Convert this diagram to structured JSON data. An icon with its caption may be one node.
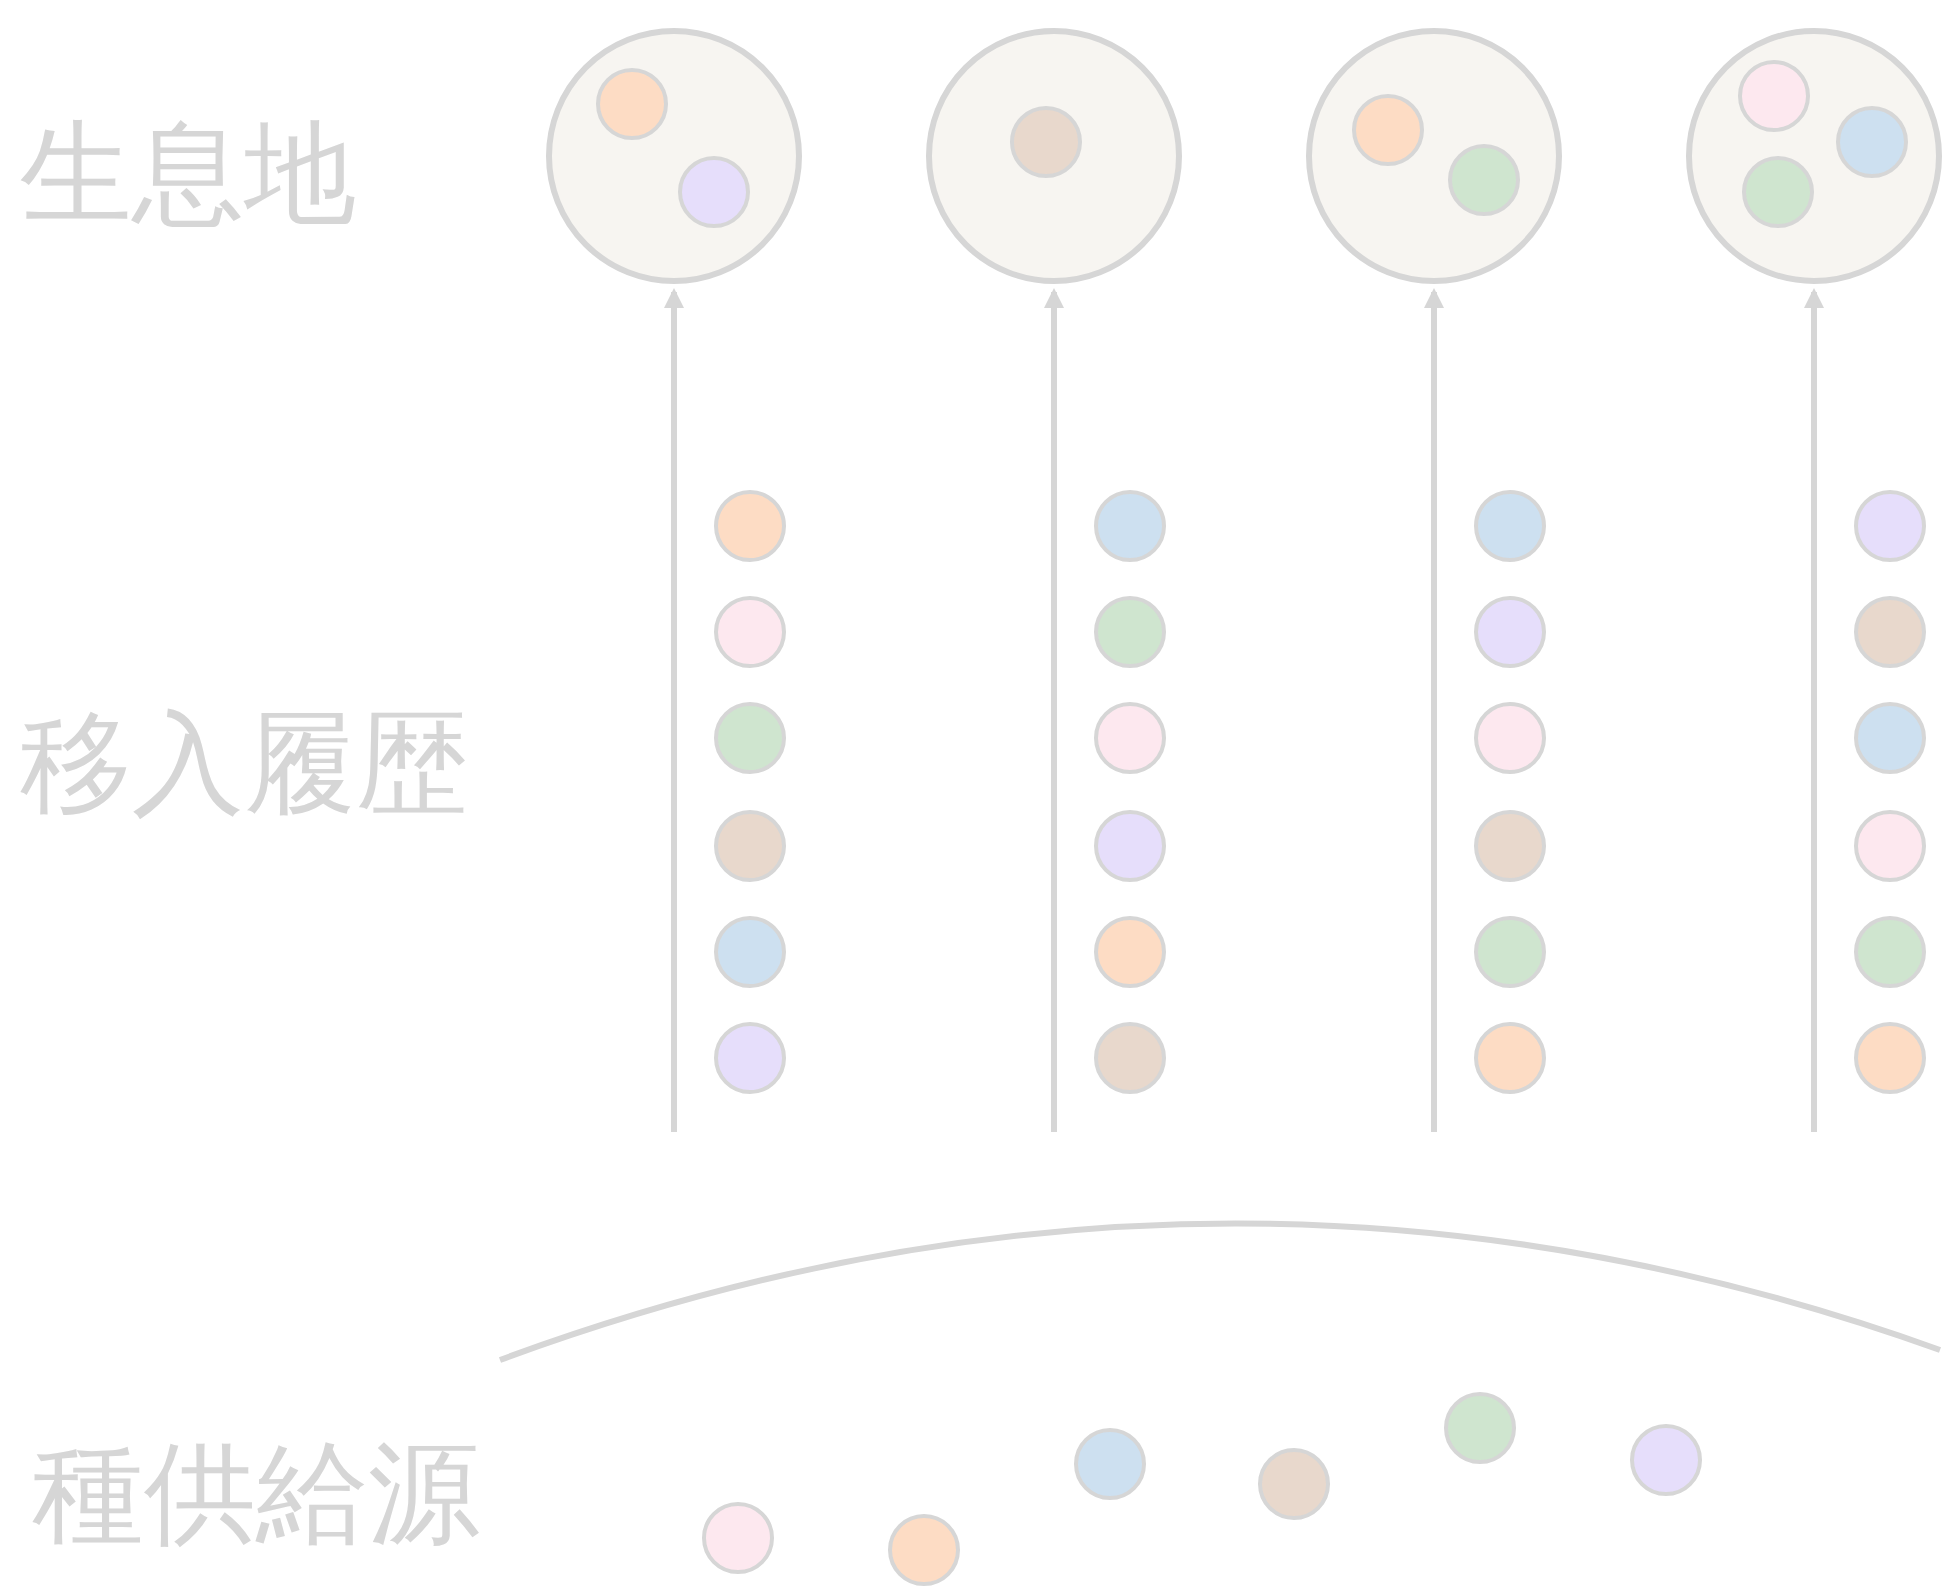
{
  "diagram": {
    "nodes": [
      {
        "text": [],
        "shape": "circle"
      },
      {
        "text": [],
        "shape": "circle"
      },
      {
        "text": [],
        "shape": "circle"
      },
      {
        "text": [],
        "shape": "circle"
      }
    ],
    "edges": [
      {
        "from": null,
        "to": 0,
        "arrow": "to"
      },
      {
        "from": null,
        "to": 1,
        "arrow": "to"
      },
      {
        "from": null,
        "to": 2,
        "arrow": "to"
      },
      {
        "from": null,
        "to": 3,
        "arrow": "to"
      }
    ],
    "labels": [
      "生息地",
      "移入履歴",
      "種供給源"
    ]
  }
}
